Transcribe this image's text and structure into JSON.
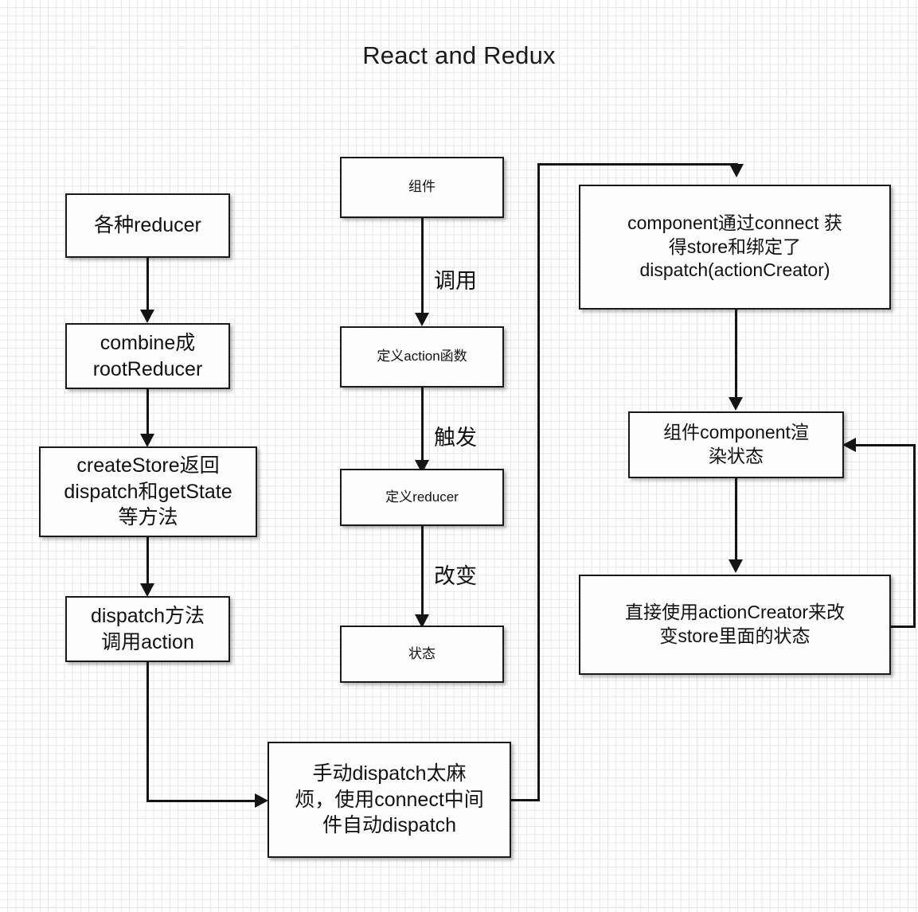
{
  "title": "React and Redux",
  "theme": {
    "background": "#ffffff",
    "grid_color": "#e6e6e6",
    "node_fill": "#fdfdfd",
    "node_border": "#1a1a1a",
    "text_color": "#111111",
    "edge_color": "#141414"
  },
  "columns": {
    "left": {
      "name": "redux-store-setup",
      "nodes": [
        {
          "id": "various-reducers",
          "label": "各种reducer"
        },
        {
          "id": "combine-root-reducer",
          "label": "combine成\nrootReducer"
        },
        {
          "id": "create-store",
          "label": "createStore返回\ndispatch和getState\n等方法"
        },
        {
          "id": "dispatch-calls-action",
          "label": "dispatch方法\n调用action"
        }
      ]
    },
    "middle": {
      "name": "action-flow",
      "nodes": [
        {
          "id": "component",
          "label": "组件"
        },
        {
          "id": "define-action",
          "label": "定义action函数"
        },
        {
          "id": "define-reducer",
          "label": "定义reducer"
        },
        {
          "id": "state",
          "label": "状态"
        }
      ]
    },
    "right": {
      "name": "react-redux-connect",
      "nodes": [
        {
          "id": "component-connect",
          "label": "component通过connect 获\n得store和绑定了\ndispatch(actionCreator)"
        },
        {
          "id": "component-render-state",
          "label": "组件component渲\n染状态"
        },
        {
          "id": "use-action-creator",
          "label": "直接使用actionCreator来改\n变store里面的状态"
        }
      ]
    },
    "bottom": {
      "name": "connect-middleware",
      "nodes": [
        {
          "id": "manual-dispatch-troublesome",
          "label": "手动dispatch太麻\n烦，使用connect中间\n件自动dispatch"
        }
      ]
    }
  },
  "edge_labels": {
    "call": "调用",
    "trigger": "触发",
    "change": "改变"
  },
  "edges": [
    {
      "from": "various-reducers",
      "to": "combine-root-reducer",
      "label": ""
    },
    {
      "from": "combine-root-reducer",
      "to": "create-store",
      "label": ""
    },
    {
      "from": "create-store",
      "to": "dispatch-calls-action",
      "label": ""
    },
    {
      "from": "dispatch-calls-action",
      "to": "manual-dispatch-troublesome",
      "label": ""
    },
    {
      "from": "component",
      "to": "define-action",
      "label": "调用"
    },
    {
      "from": "define-action",
      "to": "define-reducer",
      "label": "触发"
    },
    {
      "from": "define-reducer",
      "to": "state",
      "label": "改变"
    },
    {
      "from": "manual-dispatch-troublesome",
      "to": "component-connect",
      "label": ""
    },
    {
      "from": "component-connect",
      "to": "component-render-state",
      "label": ""
    },
    {
      "from": "component-render-state",
      "to": "use-action-creator",
      "label": ""
    },
    {
      "from": "use-action-creator",
      "to": "component-render-state",
      "label": ""
    }
  ]
}
